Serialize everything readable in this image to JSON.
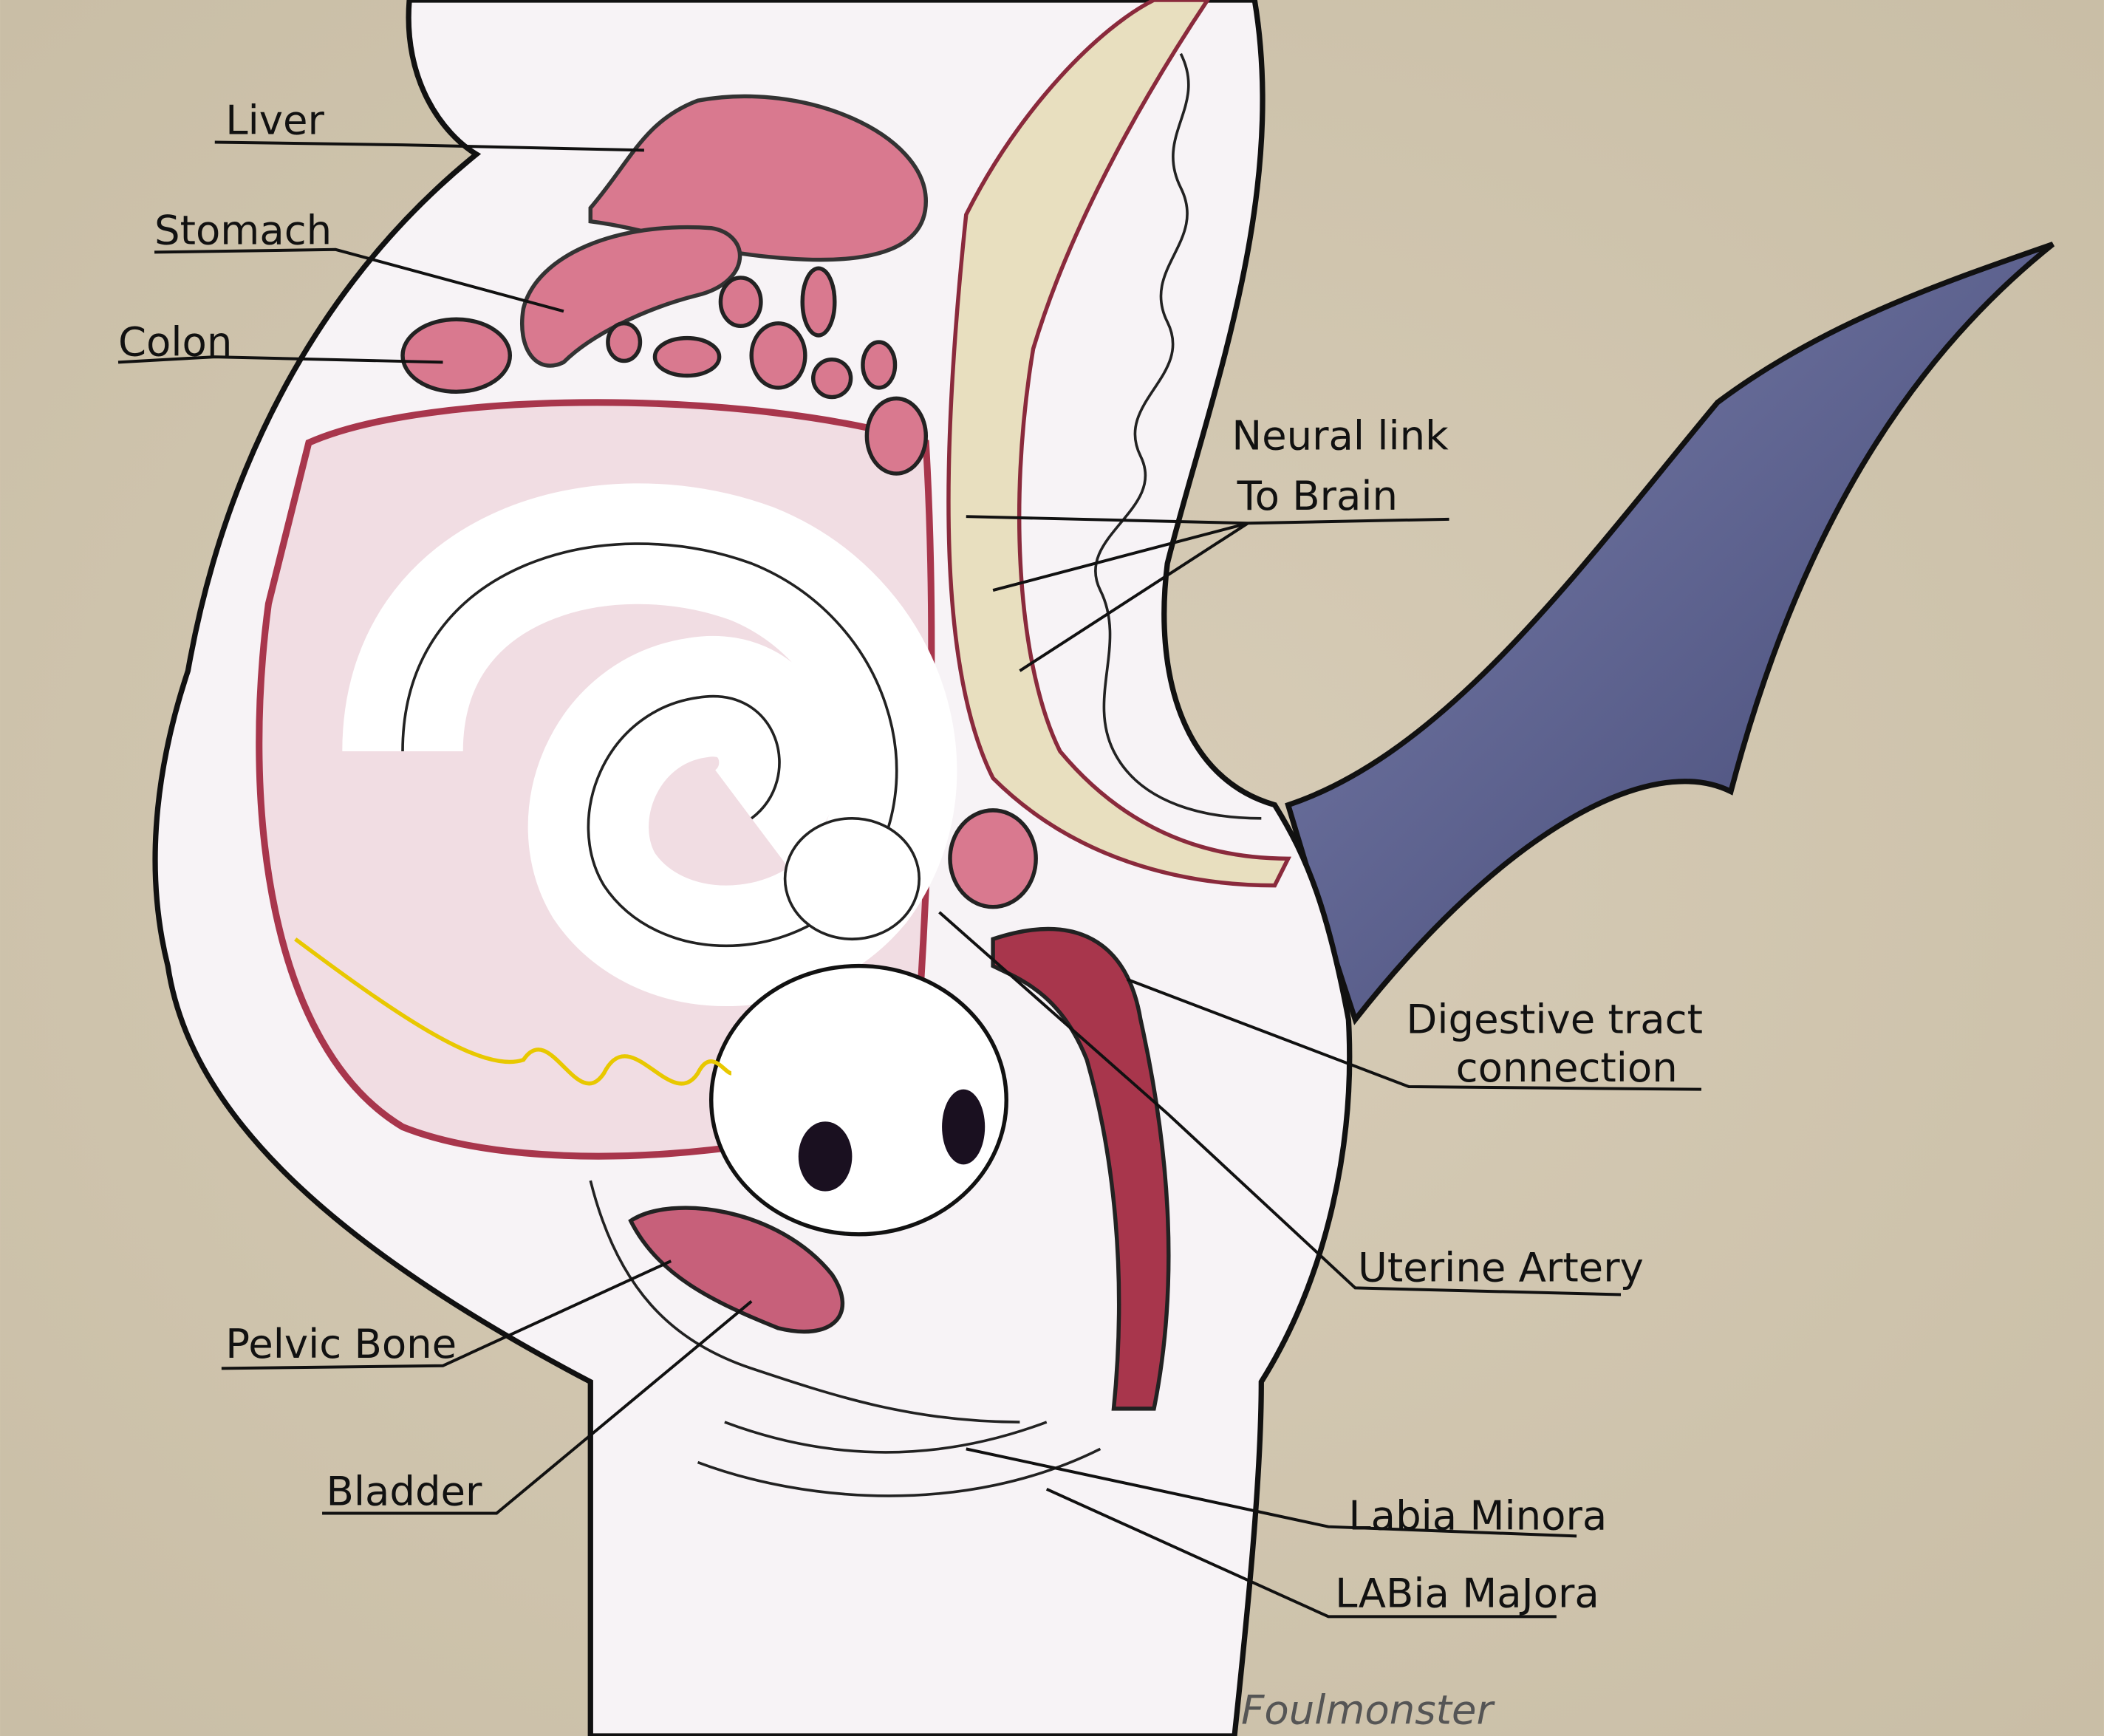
{
  "diagram": {
    "colors": {
      "background": "#d2c7b1",
      "body": "#f7f3f6",
      "organ": "#d9798f",
      "tissue": "#a8364c",
      "wing": "#5e6496",
      "spine": "#e8dfbf",
      "nerve": "#e8c800"
    },
    "labels": {
      "liver": "Liver",
      "stomach": "Stomach",
      "colon": "Colon",
      "neural_line1": "Neural link",
      "neural_line2": "To Brain",
      "digestive_line1": "Digestive tract",
      "digestive_line2": "connection",
      "uterine_artery": "Uterine Artery",
      "pelvic_bone": "Pelvic Bone",
      "bladder": "Bladder",
      "labia_minora": "Labia Minora",
      "labia_majora": "LABia MaJora"
    },
    "signature": "Foulmonster"
  }
}
